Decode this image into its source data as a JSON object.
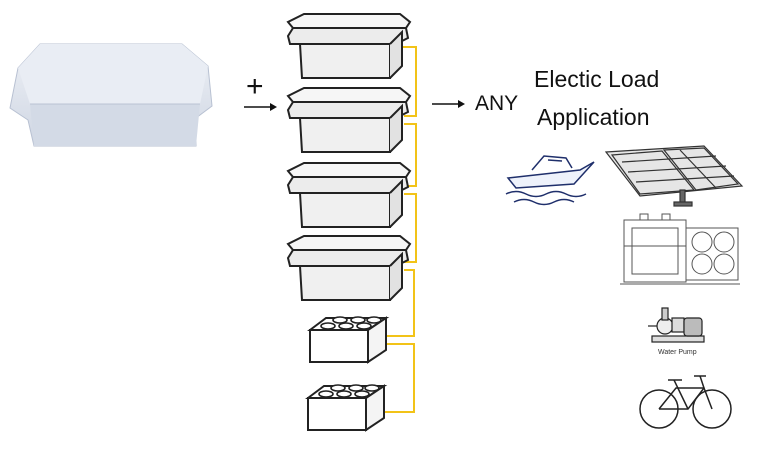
{
  "diagram": {
    "plus_symbol": "+",
    "any_label": "ANY",
    "title_line1": "Electic Load",
    "title_line2": "Application",
    "water_pump_label": "Water Pump",
    "colors": {
      "wire": "#f2c318",
      "container_fill": "#dfe4ee",
      "box_stroke": "#222222",
      "box_fill": "#f0f0f0",
      "lego_fill": "#ffffff"
    },
    "icons": [
      "battery-container-photo",
      "battery-box-icon",
      "lego-brick-icon",
      "boat-icon",
      "solar-panel-icon",
      "machine-icon",
      "water-pump-icon",
      "bicycle-icon"
    ]
  }
}
